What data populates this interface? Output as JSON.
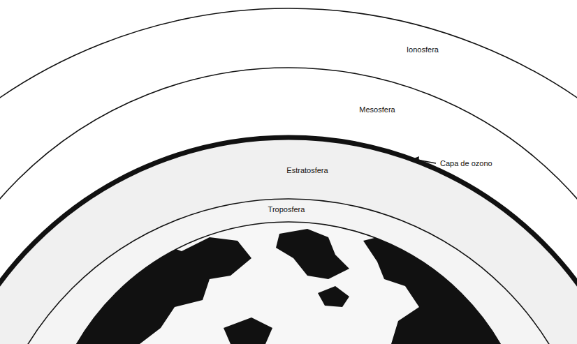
{
  "diagram": {
    "labels": [
      "Ionosfera",
      "Mesosfera",
      "Capa de ozono",
      "Estratosfera",
      "Troposfera"
    ]
  }
}
